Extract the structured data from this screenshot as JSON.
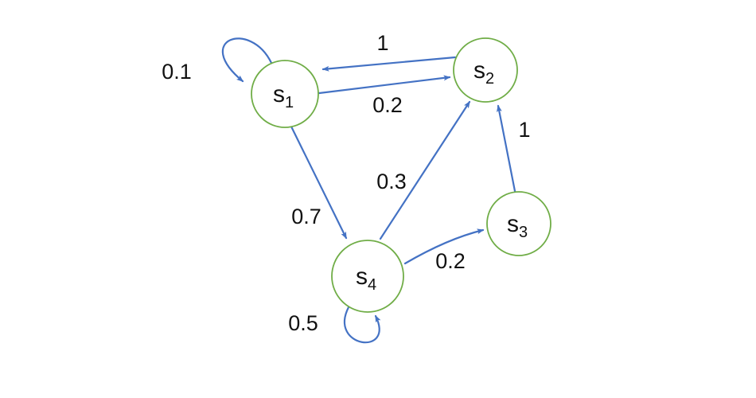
{
  "diagram": {
    "type": "state-transition-diagram",
    "node_color": "#70AD47",
    "edge_color": "#4472C4",
    "text_color": "#111111",
    "states": [
      {
        "id": "s1",
        "base": "s",
        "sub": "1"
      },
      {
        "id": "s2",
        "base": "s",
        "sub": "2"
      },
      {
        "id": "s3",
        "base": "s",
        "sub": "3"
      },
      {
        "id": "s4",
        "base": "s",
        "sub": "4"
      }
    ],
    "edges": [
      {
        "from": "s1",
        "to": "s1",
        "label": "0.1"
      },
      {
        "from": "s2",
        "to": "s1",
        "label": "1"
      },
      {
        "from": "s1",
        "to": "s2",
        "label": "0.2"
      },
      {
        "from": "s1",
        "to": "s4",
        "label": "0.7"
      },
      {
        "from": "s4",
        "to": "s2",
        "label": "0.3"
      },
      {
        "from": "s4",
        "to": "s3",
        "label": "0.2"
      },
      {
        "from": "s3",
        "to": "s2",
        "label": "1"
      },
      {
        "from": "s4",
        "to": "s4",
        "label": "0.5"
      }
    ]
  }
}
